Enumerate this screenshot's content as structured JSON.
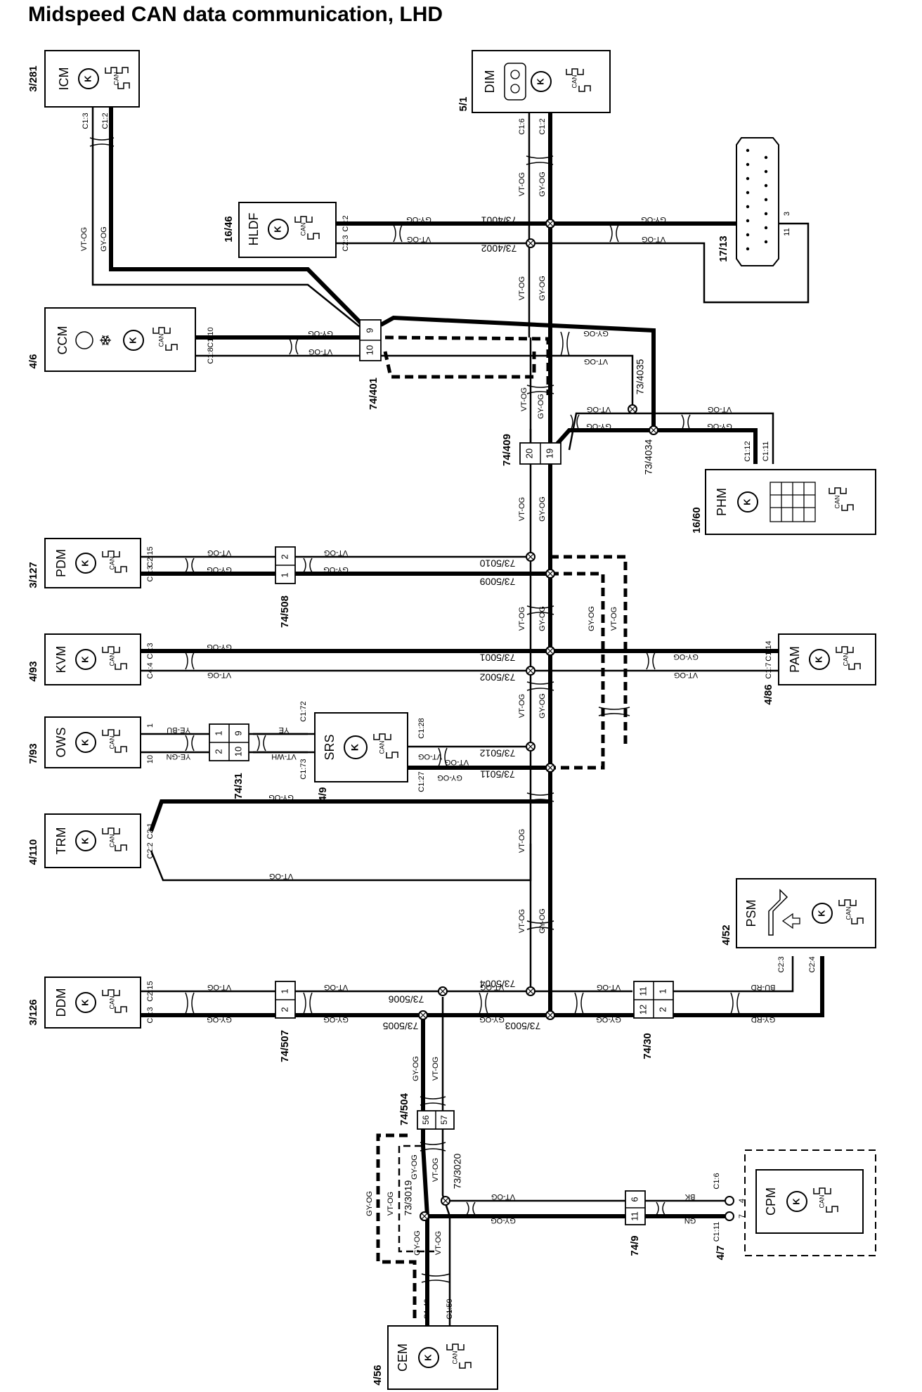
{
  "title": "Midspeed CAN data communication, LHD",
  "modules": [
    {
      "key": "ICM",
      "label": "ICM",
      "ref": "3/281"
    },
    {
      "key": "DIM",
      "label": "DIM",
      "ref": "5/1"
    },
    {
      "key": "HLDF",
      "label": "HLDF",
      "ref": "16/46"
    },
    {
      "key": "DLC",
      "label": "",
      "ref": "17/13"
    },
    {
      "key": "CCM",
      "label": "CCM",
      "ref": "4/6"
    },
    {
      "key": "PHM",
      "label": "PHM",
      "ref": "16/60"
    },
    {
      "key": "PDM",
      "label": "PDM",
      "ref": "3/127"
    },
    {
      "key": "KVM",
      "label": "KVM",
      "ref": "4/93"
    },
    {
      "key": "PAM",
      "label": "PAM",
      "ref": "4/86"
    },
    {
      "key": "OWS",
      "label": "OWS",
      "ref": "7/93"
    },
    {
      "key": "SRS",
      "label": "SRS",
      "ref": "4/9"
    },
    {
      "key": "TRM",
      "label": "TRM",
      "ref": "4/110"
    },
    {
      "key": "PSM",
      "label": "PSM",
      "ref": "4/52"
    },
    {
      "key": "DDM",
      "label": "DDM",
      "ref": "3/126"
    },
    {
      "key": "CPM",
      "label": "CPM",
      "ref": "4/7"
    },
    {
      "key": "CEM",
      "label": "CEM",
      "ref": "4/56"
    }
  ],
  "can_label": "CAN",
  "connectors": [
    {
      "ref": "74/401",
      "pins": [
        "9",
        "10"
      ]
    },
    {
      "ref": "74/409",
      "pins": [
        "20",
        "19"
      ]
    },
    {
      "ref": "74/508",
      "pins": [
        "2",
        "1"
      ]
    },
    {
      "ref": "74/31",
      "pins": [
        "1",
        "9",
        "2",
        "10"
      ]
    },
    {
      "ref": "74/507",
      "pins": [
        "1",
        "2"
      ]
    },
    {
      "ref": "74/30",
      "pins": [
        "11",
        "1",
        "12",
        "2"
      ]
    },
    {
      "ref": "74/504",
      "pins": [
        "56",
        "57"
      ]
    },
    {
      "ref": "74/9",
      "pins": [
        "6",
        "11"
      ]
    }
  ],
  "splices": [
    "73/4001",
    "73/4002",
    "73/4035",
    "73/4034",
    "73/5010",
    "73/5009",
    "73/5001",
    "73/5002",
    "73/5012",
    "73/5011",
    "73/5004",
    "73/5006",
    "73/5005",
    "73/5003",
    "73/3020",
    "73/3019"
  ],
  "pins": {
    "icm_a": "C1:3",
    "icm_b": "C1:2",
    "dim_a": "C1:6",
    "dim_b": "C1:2",
    "hldf_a": "C2:2",
    "hldf_b": "C2:3",
    "ccm_a": "C1:10",
    "ccm_b": "C1:8",
    "phm_a": "C1:12",
    "phm_b": "C1:11",
    "pdm_a": "C2:15",
    "pdm_b": "C2:3",
    "kvm_a": "C4:3",
    "kvm_b": "C4:4",
    "pam_a": "C1:14",
    "pam_b": "C1:7",
    "ows_a": "1",
    "ows_b": "10",
    "srs_a": "C1:72",
    "srs_b": "C1:73",
    "srs_c": "C1:28",
    "srs_d": "C1:27",
    "trm_a": "C2:1",
    "trm_b": "C2:2",
    "psm_a": "C2:3",
    "psm_b": "C2:4",
    "ddm_a": "C2:15",
    "ddm_b": "C2:3",
    "cpm_a": "C1:6",
    "cpm_b": "C1:11",
    "cpm_pa": "4",
    "cpm_pb": "7",
    "cem_a": "C1:49",
    "cem_b": "C1:50",
    "dlc_a": "3",
    "dlc_b": "11"
  },
  "wire_colors": {
    "vt_og": "VT-OG",
    "gy_og": "GY-OG",
    "ye_bu": "YE-BU",
    "ye_gn": "YE-GN",
    "ye": "YE",
    "vt_wh": "VT-WH",
    "bu_rd": "BU-RD",
    "gy_rd": "GY-RD",
    "bk": "BK",
    "gn": "GN"
  }
}
